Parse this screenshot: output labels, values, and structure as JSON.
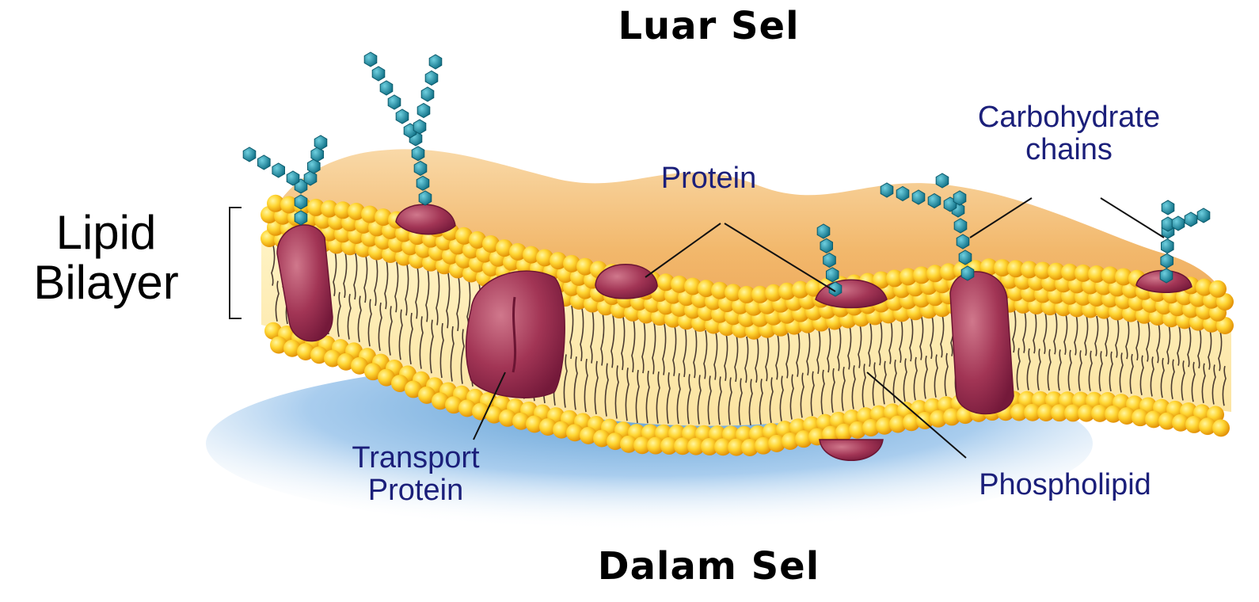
{
  "title_top": "Luar Sel",
  "title_bottom": "Dalam Sel",
  "side_label": {
    "line1": "Lipid",
    "line2": "Bilayer"
  },
  "labels": {
    "carbohydrate": {
      "line1": "Carbohydrate",
      "line2": "chains"
    },
    "protein": "Protein",
    "transport": {
      "line1": "Transport",
      "line2": "Protein"
    },
    "phospholipid": "Phospholipid"
  },
  "colors": {
    "label_text": "#1b1f7a",
    "head_light": "#ffe64a",
    "head_dark": "#e59400",
    "tail": "#4a3a30",
    "protein": "#9b2a4a",
    "protein_light": "#c4687e",
    "sugar": "#1f8ea3",
    "outer_surface": "#f6c27a",
    "inner_shadow": "#8dbfe6"
  }
}
